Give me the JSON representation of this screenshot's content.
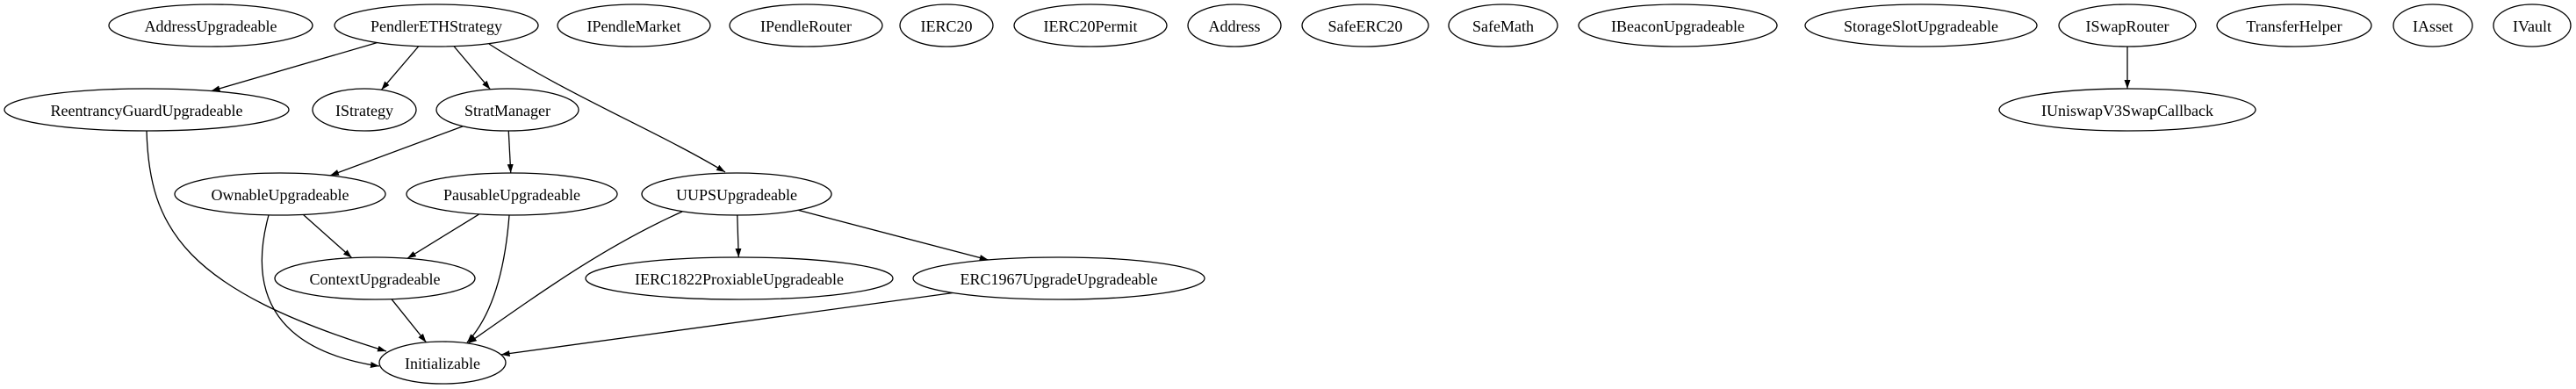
{
  "graph": {
    "nodes": [
      {
        "id": "AddressUpgradeable",
        "label": "AddressUpgradeable"
      },
      {
        "id": "PendlerETHStrategy",
        "label": "PendlerETHStrategy"
      },
      {
        "id": "IPendleMarket",
        "label": "IPendleMarket"
      },
      {
        "id": "IPendleRouter",
        "label": "IPendleRouter"
      },
      {
        "id": "IERC20",
        "label": "IERC20"
      },
      {
        "id": "IERC20Permit",
        "label": "IERC20Permit"
      },
      {
        "id": "Address",
        "label": "Address"
      },
      {
        "id": "SafeERC20",
        "label": "SafeERC20"
      },
      {
        "id": "SafeMath",
        "label": "SafeMath"
      },
      {
        "id": "IBeaconUpgradeable",
        "label": "IBeaconUpgradeable"
      },
      {
        "id": "StorageSlotUpgradeable",
        "label": "StorageSlotUpgradeable"
      },
      {
        "id": "ISwapRouter",
        "label": "ISwapRouter"
      },
      {
        "id": "TransferHelper",
        "label": "TransferHelper"
      },
      {
        "id": "IAsset",
        "label": "IAsset"
      },
      {
        "id": "IVault",
        "label": "IVault"
      },
      {
        "id": "ReentrancyGuardUpgradeable",
        "label": "ReentrancyGuardUpgradeable"
      },
      {
        "id": "IStrategy",
        "label": "IStrategy"
      },
      {
        "id": "StratManager",
        "label": "StratManager"
      },
      {
        "id": "IUniswapV3SwapCallback",
        "label": "IUniswapV3SwapCallback"
      },
      {
        "id": "OwnableUpgradeable",
        "label": "OwnableUpgradeable"
      },
      {
        "id": "PausableUpgradeable",
        "label": "PausableUpgradeable"
      },
      {
        "id": "UUPSUpgradeable",
        "label": "UUPSUpgradeable"
      },
      {
        "id": "ContextUpgradeable",
        "label": "ContextUpgradeable"
      },
      {
        "id": "IERC1822ProxiableUpgradeable",
        "label": "IERC1822ProxiableUpgradeable"
      },
      {
        "id": "ERC1967UpgradeUpgradeable",
        "label": "ERC1967UpgradeUpgradeable"
      },
      {
        "id": "Initializable",
        "label": "Initializable"
      }
    ],
    "edges": [
      [
        "PendlerETHStrategy",
        "ReentrancyGuardUpgradeable"
      ],
      [
        "PendlerETHStrategy",
        "IStrategy"
      ],
      [
        "PendlerETHStrategy",
        "StratManager"
      ],
      [
        "PendlerETHStrategy",
        "UUPSUpgradeable"
      ],
      [
        "StratManager",
        "OwnableUpgradeable"
      ],
      [
        "StratManager",
        "PausableUpgradeable"
      ],
      [
        "ReentrancyGuardUpgradeable",
        "Initializable"
      ],
      [
        "OwnableUpgradeable",
        "ContextUpgradeable"
      ],
      [
        "OwnableUpgradeable",
        "Initializable"
      ],
      [
        "PausableUpgradeable",
        "ContextUpgradeable"
      ],
      [
        "PausableUpgradeable",
        "Initializable"
      ],
      [
        "UUPSUpgradeable",
        "Initializable"
      ],
      [
        "UUPSUpgradeable",
        "IERC1822ProxiableUpgradeable"
      ],
      [
        "UUPSUpgradeable",
        "ERC1967UpgradeUpgradeable"
      ],
      [
        "ContextUpgradeable",
        "Initializable"
      ],
      [
        "ERC1967UpgradeUpgradeable",
        "Initializable"
      ],
      [
        "ISwapRouter",
        "IUniswapV3SwapCallback"
      ]
    ]
  }
}
